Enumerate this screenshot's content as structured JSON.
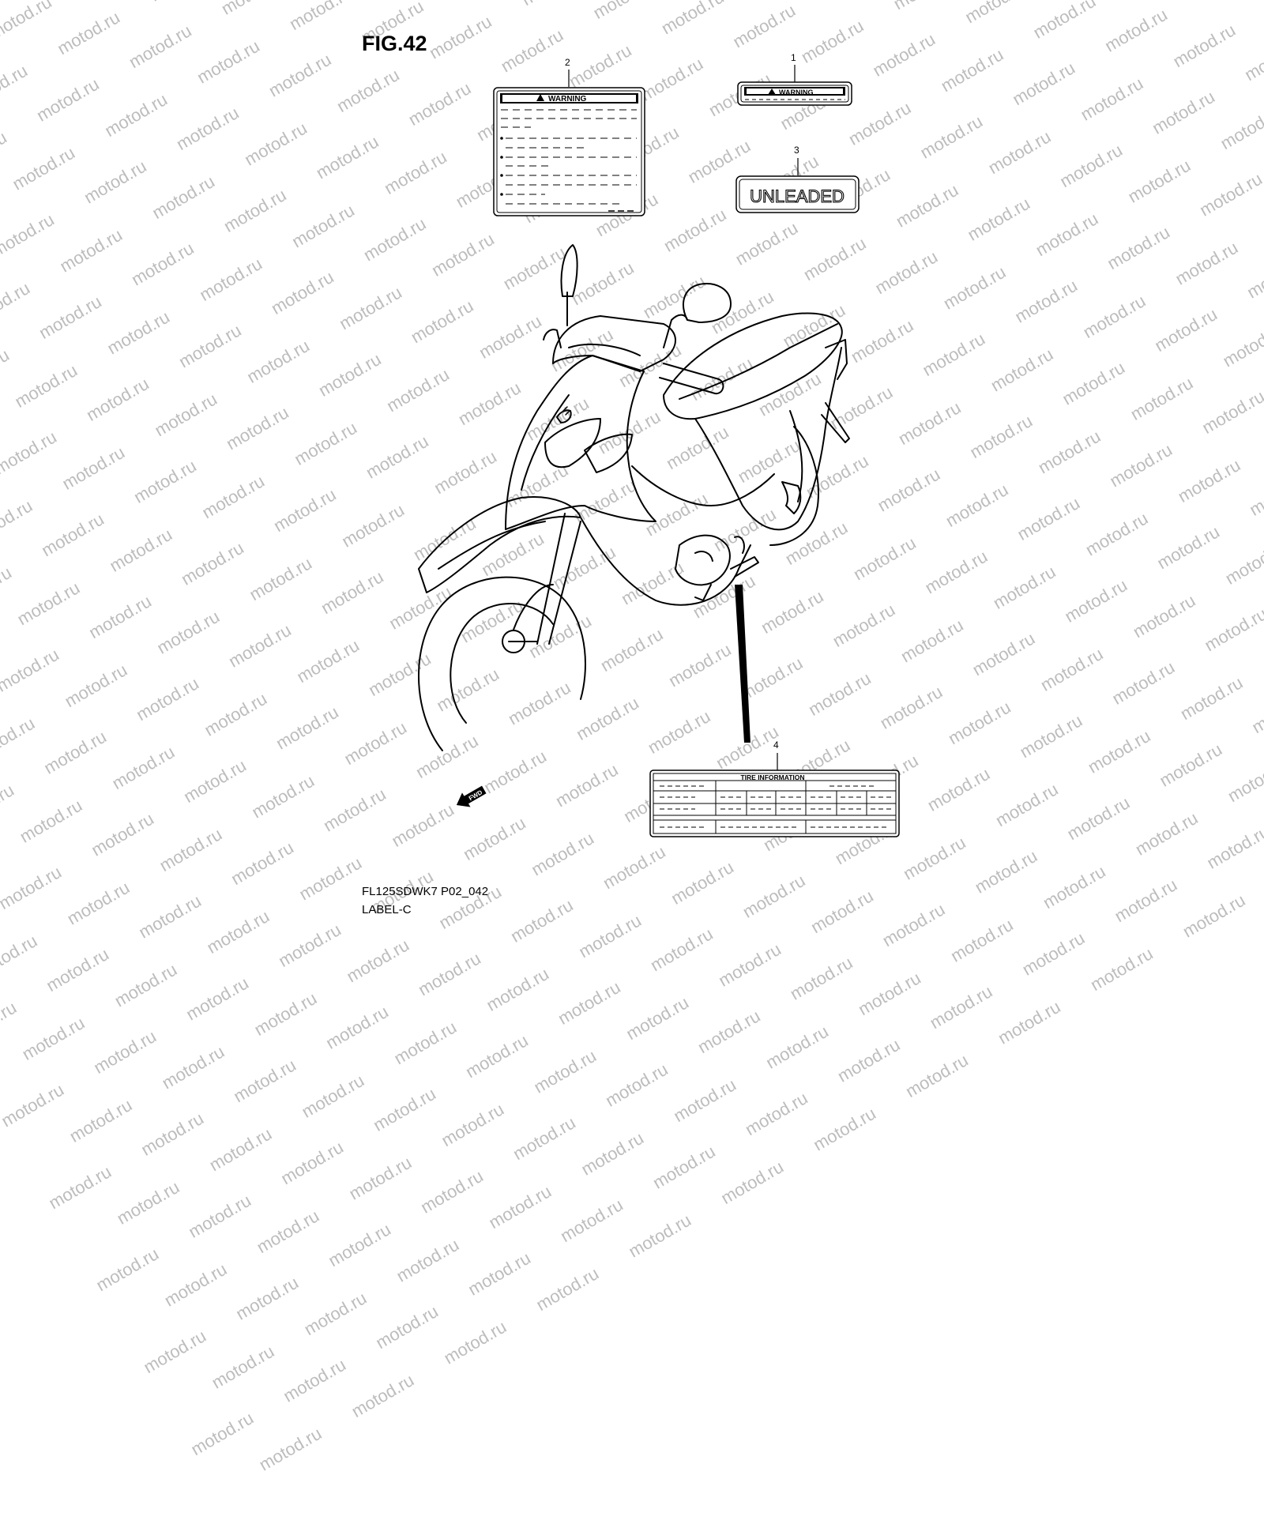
{
  "watermark_text": "motod.ru",
  "figure": {
    "title": "FIG.42",
    "code": "FL125SDWK7 P02_042",
    "section": "LABEL-C"
  },
  "parts": [
    {
      "number": "1",
      "label": "WARNING"
    },
    {
      "number": "2",
      "label": "WARNING"
    },
    {
      "number": "3",
      "label": "UNLEADED"
    },
    {
      "number": "4",
      "label": "TIRE INFORMATION"
    }
  ],
  "direction_arrow": {
    "label": "FWD",
    "icon": "fwd-arrow-icon"
  }
}
